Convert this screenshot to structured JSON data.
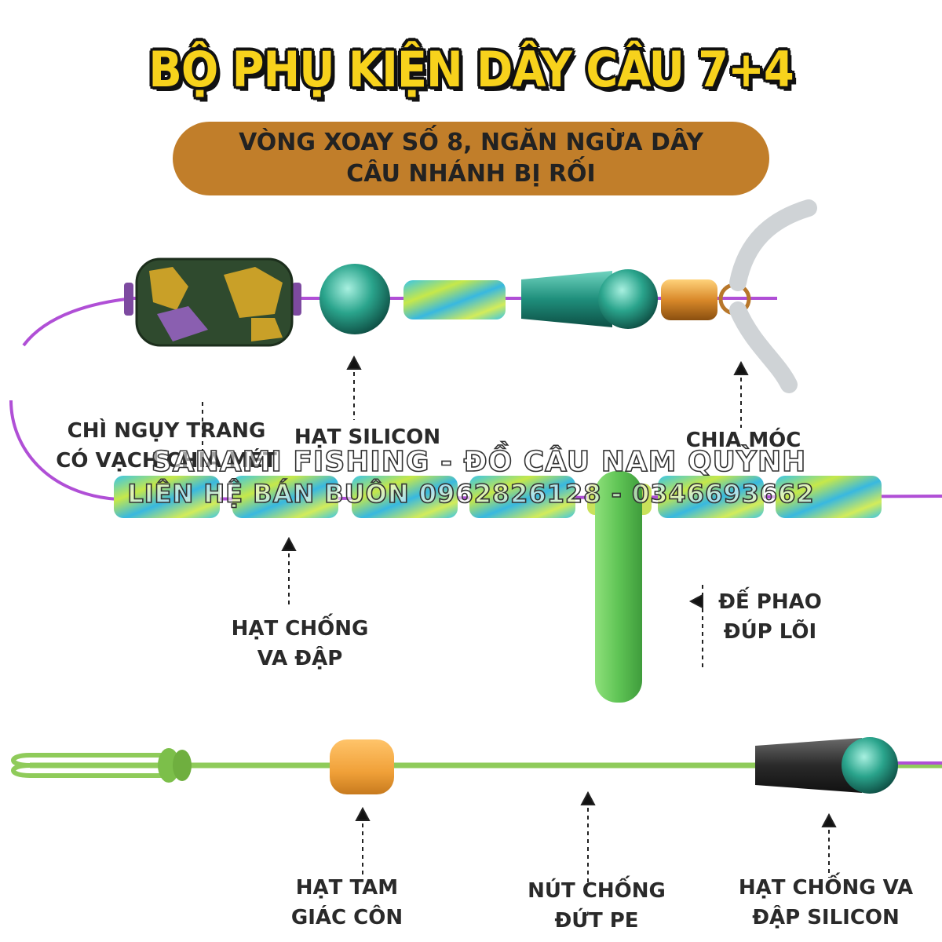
{
  "title": "BỘ PHỤ KIỆN DÂY CÂU 7+4",
  "banner": {
    "line1": "VÒNG XOAY SỐ 8, NGĂN NGỪA DÂY",
    "line2": "CÂU NHÁNH BỊ RỐI"
  },
  "labels": {
    "sinker": {
      "line1": "CHÌ NGỤY TRANG",
      "line2": "CÓ VẠCH CHIA MÉT"
    },
    "silicon_bead": {
      "line1": "HẠT SILICON"
    },
    "hook_splitter": {
      "line1": "CHIA MÓC"
    },
    "anti_shock_bead": {
      "line1": "HẠT CHỐNG",
      "line2": "VA ĐẬP"
    },
    "float_base": {
      "line1": "ĐẾ PHAO",
      "line2": "ĐÚP LÕI"
    },
    "cone_bead": {
      "line1": "HẠT TAM",
      "line2": "GIÁC CÔN"
    },
    "pe_stopper": {
      "line1": "NÚT CHỐNG",
      "line2": "ĐỨT PE"
    },
    "silicon_shock_bead": {
      "line1": "HẠT CHỐNG VA",
      "line2": "ĐẬP SILICON"
    }
  },
  "watermark": {
    "line1": "SANAMI FISHING - ĐỒ CÂU NAM QUỲNH",
    "line2": "LIÊN HỆ BÁN BUÔN 0962826128 - 0346693662"
  },
  "colors": {
    "title": "#f7d21c",
    "banner": "#c17e2a",
    "line": "#b04fd6",
    "leader": "#8fcb5a"
  }
}
